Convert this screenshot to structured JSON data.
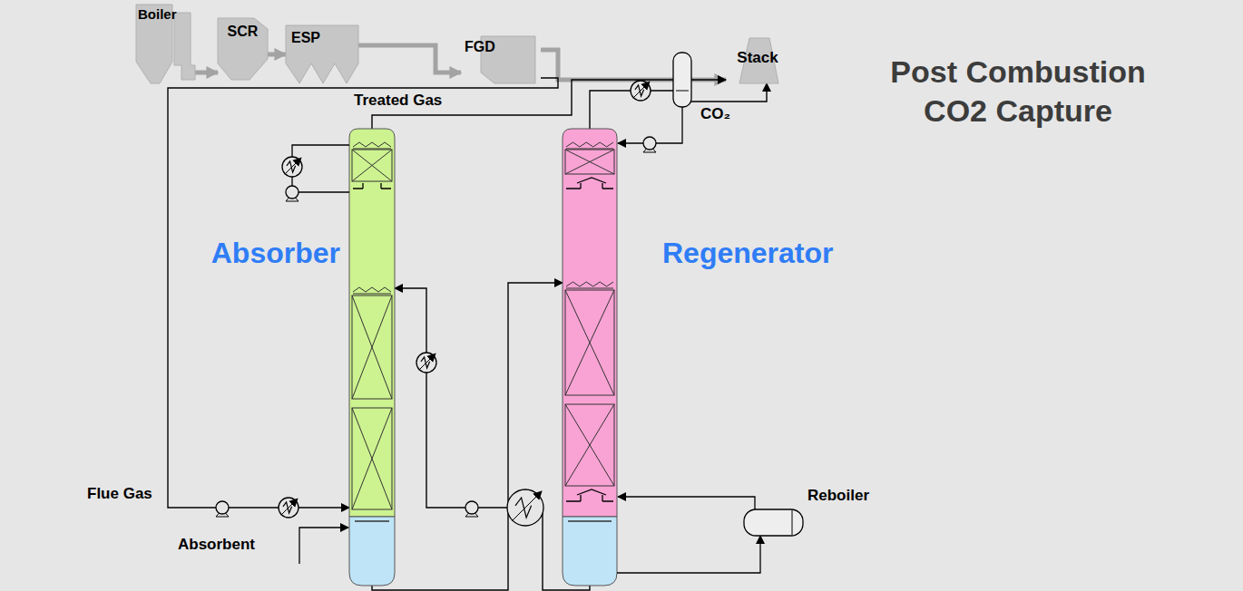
{
  "diagram": {
    "title": "Post Combustion CO2 Capture",
    "nodes": [
      {
        "text": [
          "Boiler"
        ]
      },
      {
        "text": [
          "SCR"
        ]
      },
      {
        "text": [
          "ESP"
        ]
      },
      {
        "text": [
          "FGD"
        ]
      },
      {
        "text": [
          "Stack"
        ]
      },
      {
        "text": [
          "Absorber"
        ]
      },
      {
        "text": [
          "Regenerator"
        ]
      }
    ],
    "edges": [
      {
        "from": 0,
        "to": 1,
        "arrow": "to"
      },
      {
        "from": 1,
        "to": 2,
        "arrow": "to"
      },
      {
        "from": 2,
        "to": 3,
        "arrow": "to"
      },
      {
        "from": 3,
        "to": 4,
        "arrow": "to"
      },
      {
        "from": 3,
        "to": 5,
        "arrow": "to"
      },
      {
        "from": 5,
        "to": 4,
        "arrow": "to"
      },
      {
        "from": 6,
        "to": 4,
        "arrow": "to"
      },
      {
        "from": 6,
        "to": 5,
        "arrow": "to"
      },
      {
        "from": 5,
        "to": 6,
        "arrow": "to"
      }
    ],
    "labels": [
      "Treated Gas",
      "CO₂",
      "Flue Gas",
      "Absorbent",
      "Reboiler"
    ]
  }
}
